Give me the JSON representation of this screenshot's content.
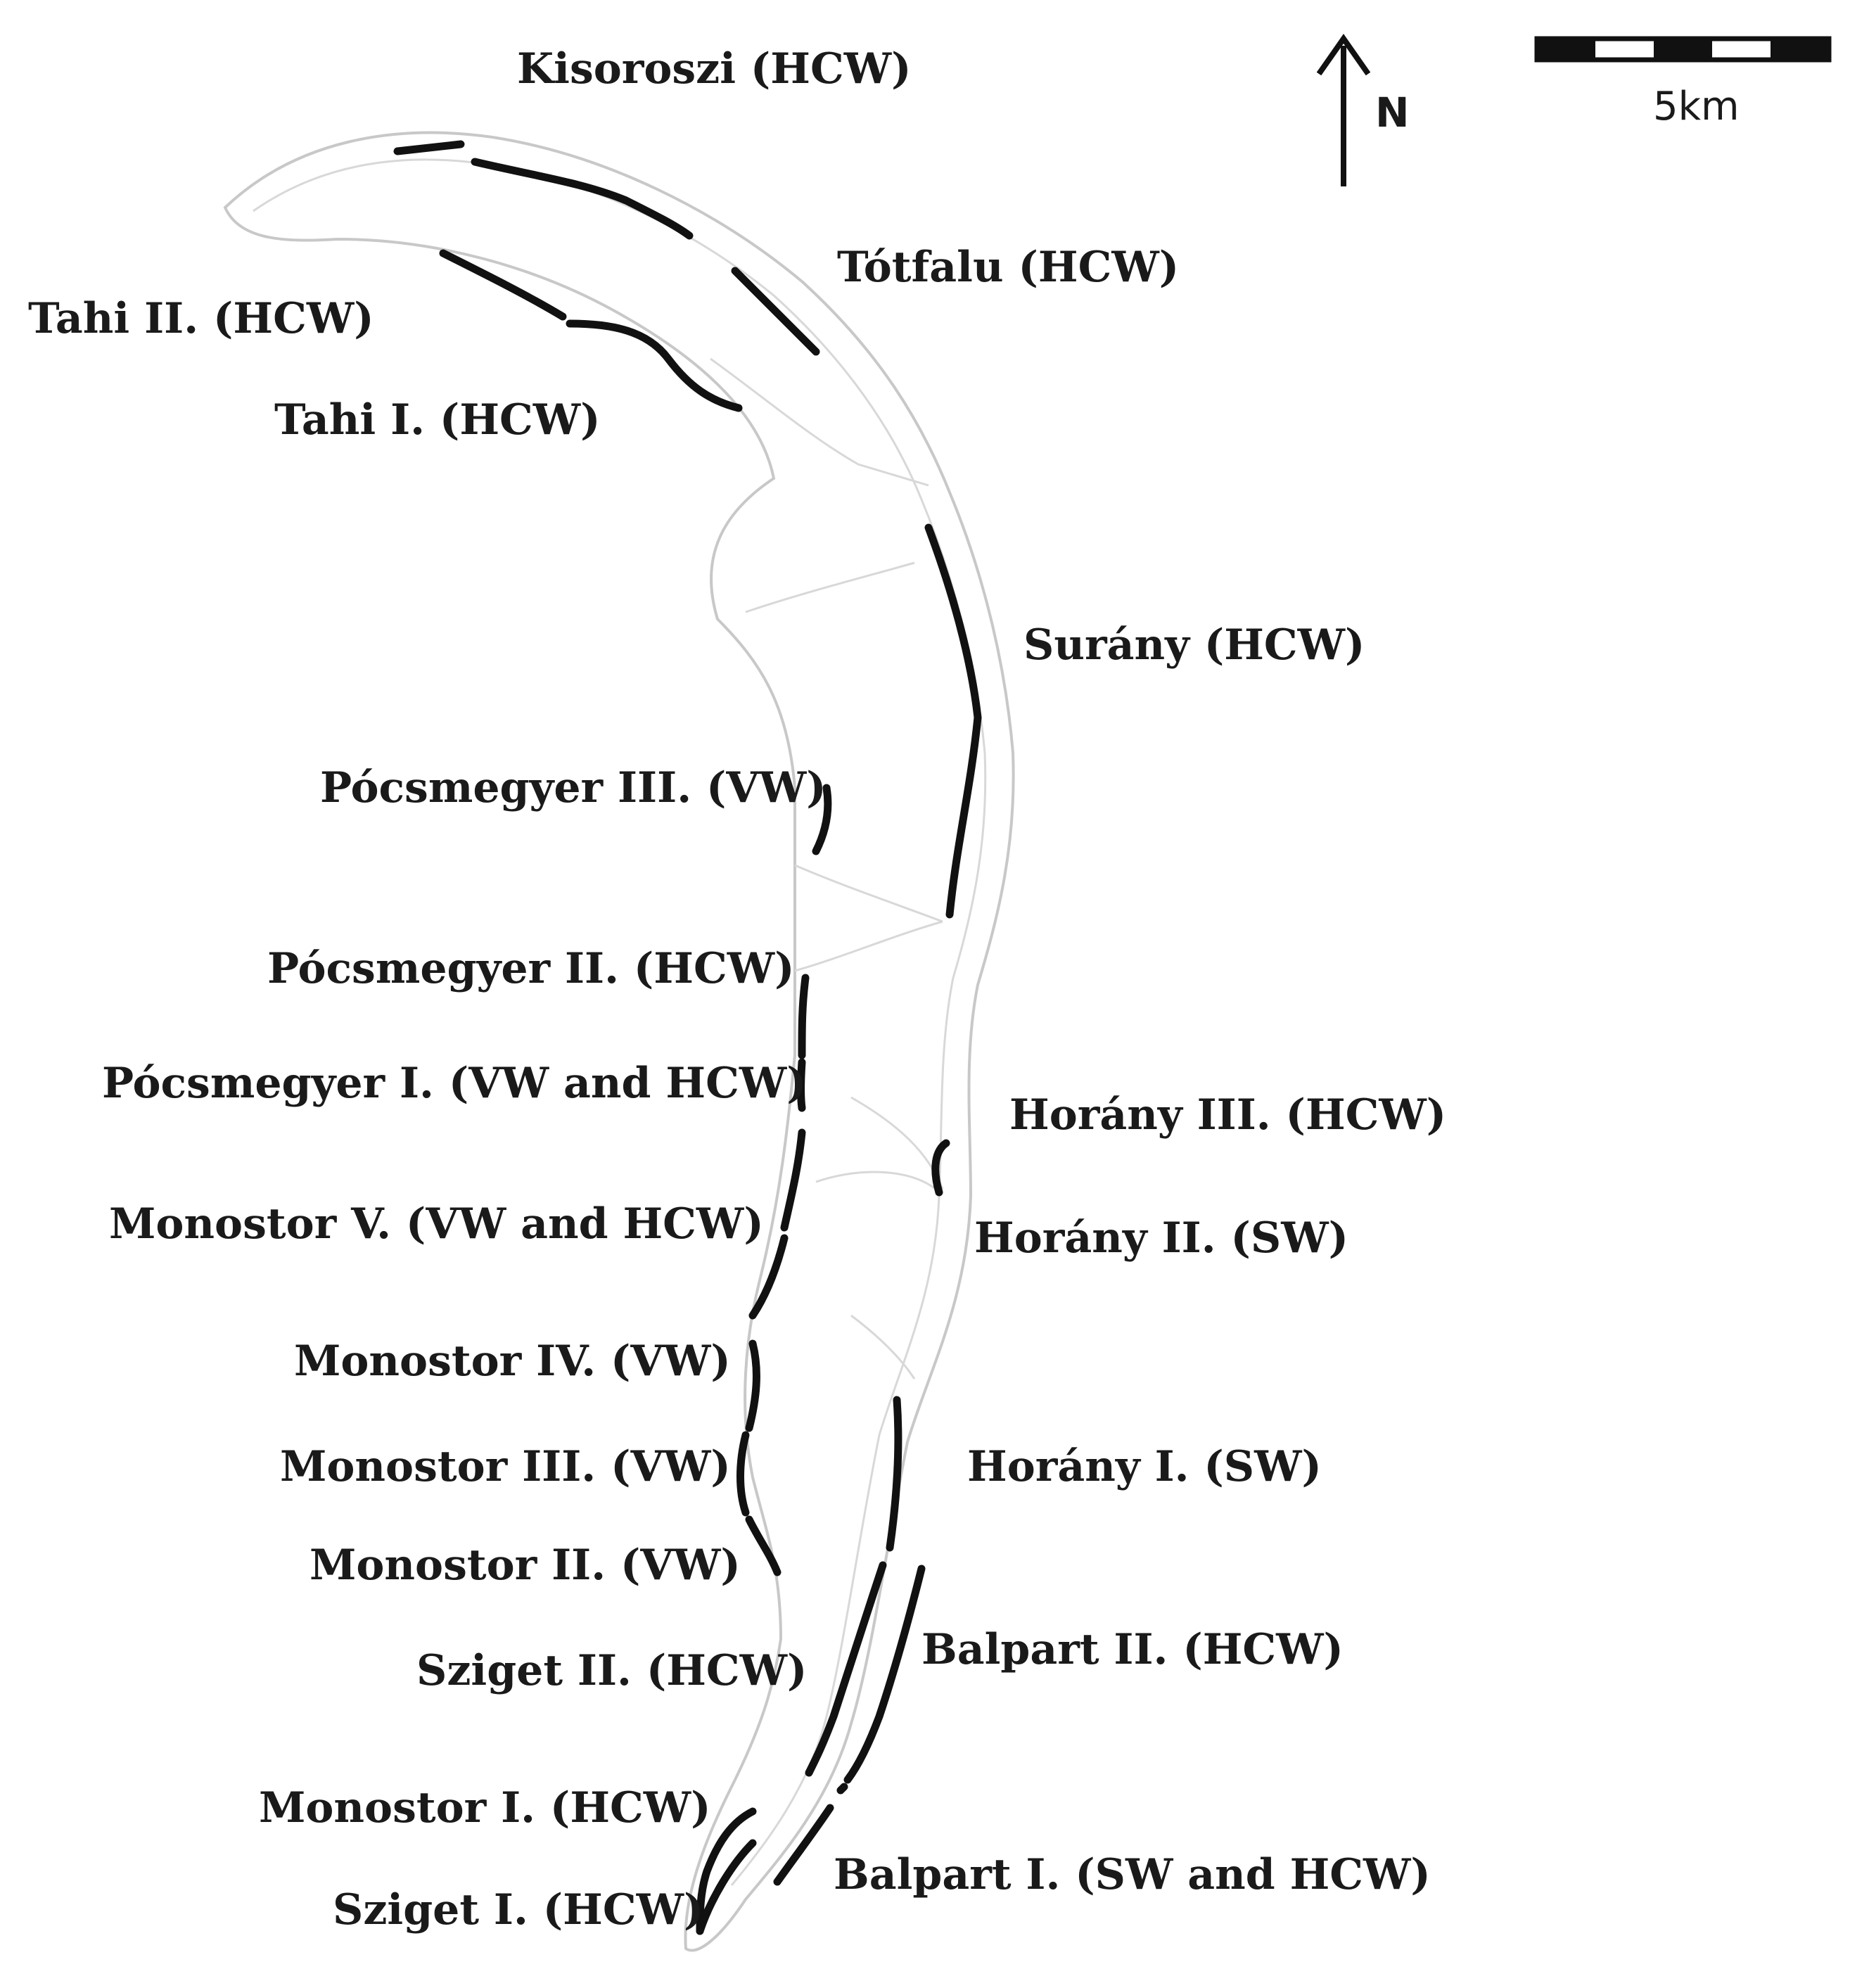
{
  "map": {
    "north_label": "N",
    "scale_label": "5km",
    "labels": {
      "kisoroszi": "Kisoroszi (HCW)",
      "totfalu": "Tótfalu (HCW)",
      "tahi2": "Tahi II. (HCW)",
      "tahi1": "Tahi I. (HCW)",
      "surany": "Surány  (HCW)",
      "pocs3": "Pócsmegyer III. (VW)",
      "pocs2": "Pócsmegyer II. (HCW)",
      "pocs1": "Pócsmegyer I. (VW and HCW)",
      "horany3": "Horány III. (HCW)",
      "mono5": "Monostor V. (VW and HCW)",
      "horany2": "Horány II.  (SW)",
      "mono4": "Monostor IV. (VW)",
      "mono3": "Monostor III.  (VW)",
      "horany1": "Horány I.  (SW)",
      "mono2": "Monostor II.  (VW)",
      "sziget2": "Sziget II. (HCW)",
      "balpart2": "Balpart II. (HCW)",
      "mono1": "Monostor I. (HCW)",
      "balpart1": "Balpart I. (SW and HCW)",
      "sziget1": "Sziget I. (HCW)"
    },
    "colors": {
      "well_line": "#111111",
      "island_outline": "#c8c8c8",
      "text": "#1a1a1a"
    }
  }
}
